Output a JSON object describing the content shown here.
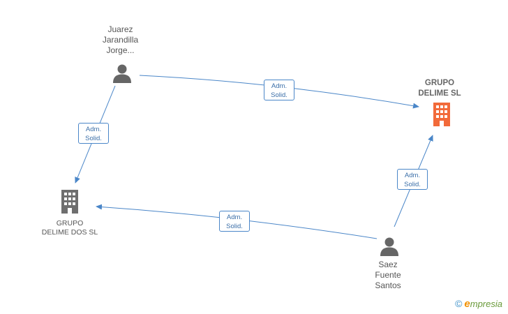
{
  "nodes": {
    "juarez": {
      "lines": [
        "Juarez",
        "Jarandilla",
        "Jorge..."
      ]
    },
    "grupo_delime": {
      "lines": [
        "GRUPO",
        "DELIME SL"
      ]
    },
    "grupo_delime_dos": {
      "lines": [
        "GRUPO",
        "DELIME DOS SL"
      ]
    },
    "saez": {
      "lines": [
        "Saez",
        "Fuente",
        "Santos"
      ]
    }
  },
  "edges": [
    {
      "id": "juarez-to-delime",
      "label": [
        "Adm.",
        "Solid."
      ]
    },
    {
      "id": "juarez-to-delime-dos",
      "label": [
        "Adm.",
        "Solid."
      ]
    },
    {
      "id": "saez-to-delime-dos",
      "label": [
        "Adm.",
        "Solid."
      ]
    },
    {
      "id": "saez-to-delime",
      "label": [
        "Adm.",
        "Solid."
      ]
    }
  ],
  "colors": {
    "edge": "#4a86c8",
    "person_icon": "#666666",
    "company_main": "#f26a3a",
    "company_other": "#6e6e6e"
  },
  "watermark": {
    "copyright": "©",
    "brand_initial": "e",
    "brand_rest": "mpresia"
  }
}
